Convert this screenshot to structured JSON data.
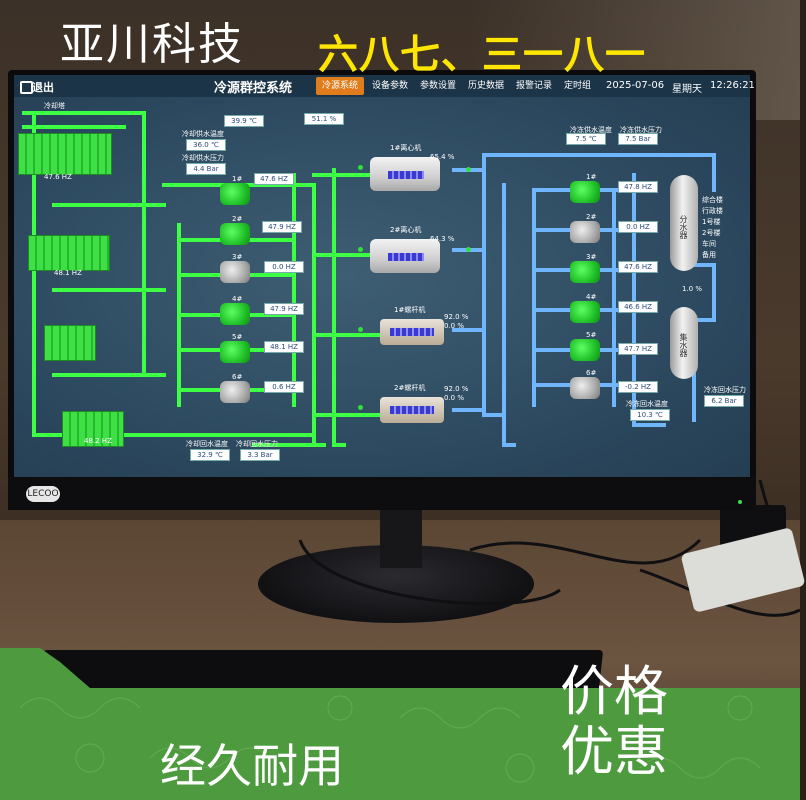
{
  "overlay": {
    "brand": "亚川科技",
    "slogan": "六八七、三一八一",
    "feature": "经久耐用",
    "price_line1": "价格",
    "price_line2": "优惠"
  },
  "header": {
    "exit_label": "退出",
    "title": "冷源群控系统",
    "tabs": [
      {
        "label": "冷源系统",
        "active": true
      },
      {
        "label": "设备参数",
        "active": false
      },
      {
        "label": "参数设置",
        "active": false
      },
      {
        "label": "历史数据",
        "active": false
      },
      {
        "label": "报警记录",
        "active": false
      },
      {
        "label": "定时组",
        "active": false
      }
    ],
    "date": "2025-07-06",
    "weekday": "星期天",
    "time": "12:26:21"
  },
  "cooling_towers": {
    "label": "冷却塔",
    "freqs": [
      "47.6 HZ",
      "48.1 HZ",
      "48.2 HZ"
    ]
  },
  "top_readings": [
    "39.9 ℃",
    "51.1 %"
  ],
  "cw_supply": {
    "temp_label": "冷却供水温度",
    "temp": "36.0 ℃",
    "press_label": "冷却供水压力",
    "press": "4.4 Bar"
  },
  "cw_return": {
    "temp_label": "冷却回水温度",
    "temp": "32.9 ℃",
    "press_label": "冷却回水压力",
    "press": "3.3 Bar"
  },
  "cooling_pumps": [
    {
      "name": "1#",
      "freq": "47.6 HZ",
      "on": true
    },
    {
      "name": "2#",
      "freq": "47.9 HZ",
      "on": true
    },
    {
      "name": "3#",
      "freq": "0.0 HZ",
      "on": false
    },
    {
      "name": "4#",
      "freq": "47.9 HZ",
      "on": true
    },
    {
      "name": "5#",
      "freq": "48.1 HZ",
      "on": true
    },
    {
      "name": "6#",
      "freq": "0.6 HZ",
      "on": false
    }
  ],
  "chillers": [
    {
      "name": "1#离心机",
      "load": "65.4 %"
    },
    {
      "name": "2#离心机",
      "load": "64.3 %"
    },
    {
      "name": "1#螺杆机",
      "load": "92.0 %",
      "load2": "0.0 %"
    },
    {
      "name": "2#螺杆机",
      "load": "92.0 %",
      "load2": "0.0 %"
    }
  ],
  "chw_supply": {
    "temp_label": "冷冻供水温度",
    "temp": "7.5 ℃",
    "press_label": "冷冻供水压力",
    "press": "7.5 Bar"
  },
  "chw_return": {
    "temp_label": "冷冻回水温度",
    "temp": "10.3 ℃",
    "press_label": "冷冻回水压力",
    "press": "6.2 Bar"
  },
  "chilled_pumps": [
    {
      "name": "1#",
      "freq": "47.8 HZ",
      "on": true
    },
    {
      "name": "2#",
      "freq": "0.0 HZ",
      "on": false
    },
    {
      "name": "3#",
      "freq": "47.6 HZ",
      "on": true
    },
    {
      "name": "4#",
      "freq": "46.6 HZ",
      "on": true
    },
    {
      "name": "5#",
      "freq": "47.7 HZ",
      "on": true
    },
    {
      "name": "6#",
      "freq": "-0.2 HZ",
      "on": false
    }
  ],
  "distributor": {
    "label": "分水器",
    "branches": [
      "综合楼",
      "行政楼",
      "1号楼",
      "2号楼",
      "车间",
      "备用"
    ]
  },
  "collector": {
    "label": "集水器"
  },
  "bypass_value": "1.0 %",
  "monitor_logo": "LECOO",
  "colors": {
    "pipe_green": "#3dff44",
    "pipe_blue": "#6fb6ff",
    "accent_orange": "#e07c1c",
    "promo_yellow": "#ffe600",
    "promo_green": "#4e9a3f"
  }
}
